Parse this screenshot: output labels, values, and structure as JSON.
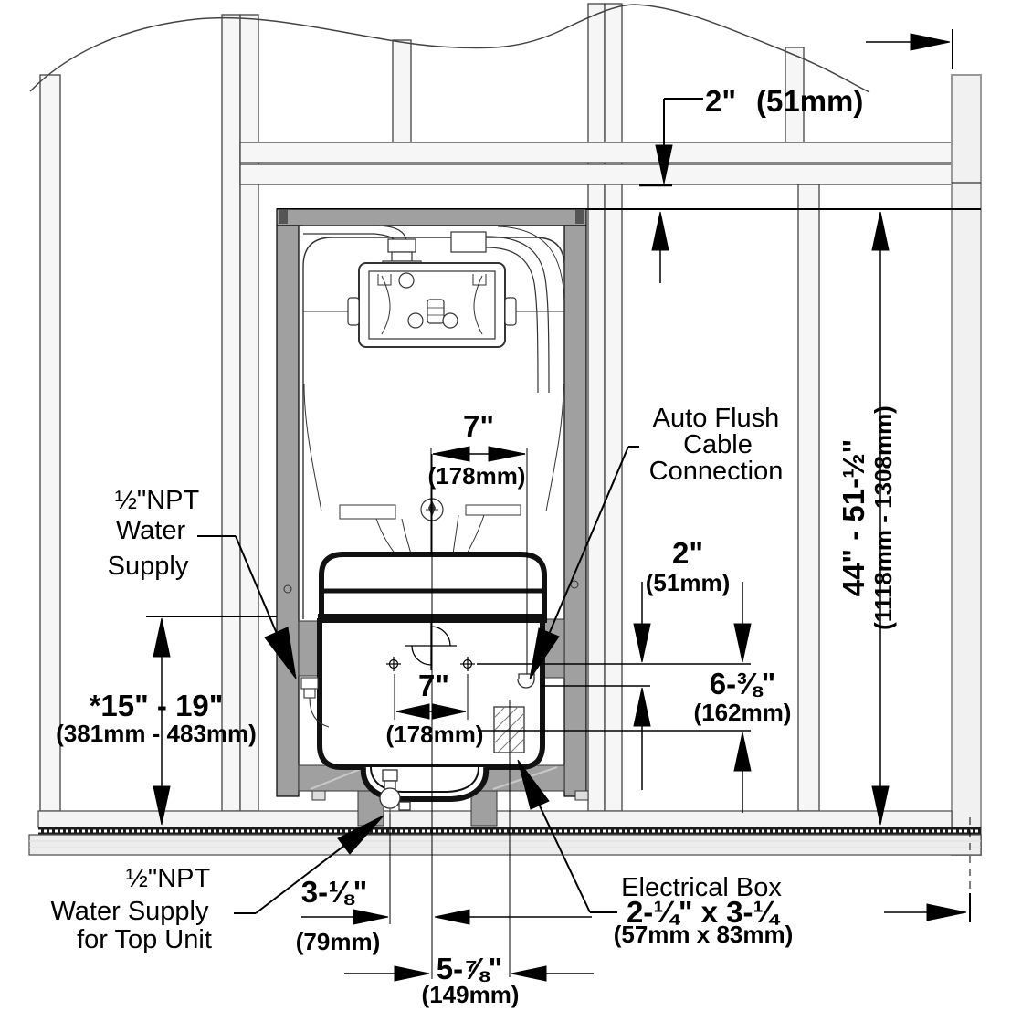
{
  "colors": {
    "line": "#000000",
    "steel": "#a0a0a0",
    "wood": "#f6f6f6",
    "panel": "#f1f1f1"
  },
  "dims": {
    "header_gap": {
      "in": "2\"",
      "mm": "(51mm)"
    },
    "actuator_width": {
      "in": "7\"",
      "mm": "(178mm)"
    },
    "frame_height": {
      "in": "44\" - 51-½\"",
      "mm": "(1118mm - 1308mm)"
    },
    "supply_height": {
      "in": "*15\" - 19\"",
      "mm": "(381mm - 483mm)"
    },
    "bolt_spacing": {
      "in": "7\"",
      "mm": "(178mm)"
    },
    "cable_drop": {
      "in": "2\"",
      "mm": "(51mm)"
    },
    "box_drop": {
      "in": "6-⅜\"",
      "mm": "(162mm)"
    },
    "supply_offset": {
      "in": "3-⅛\"",
      "mm": "(79mm)"
    },
    "box_offset": {
      "in": "5-⅞\"",
      "mm": "(149mm)"
    }
  },
  "callouts": {
    "auto_flush": {
      "l1": "Auto Flush",
      "l2": "Cable",
      "l3": "Connection"
    },
    "water_supply_left": {
      "l1": "½\"NPT",
      "l2": "Water",
      "l3": "Supply"
    },
    "water_supply_bottom": {
      "l1": "½\"NPT",
      "l2": "Water Supply",
      "l3": "for Top Unit"
    },
    "electrical_box": {
      "l1": "Electrical Box",
      "l2": "2-¼\" x 3-¼",
      "l3": "(57mm x 83mm)"
    }
  }
}
